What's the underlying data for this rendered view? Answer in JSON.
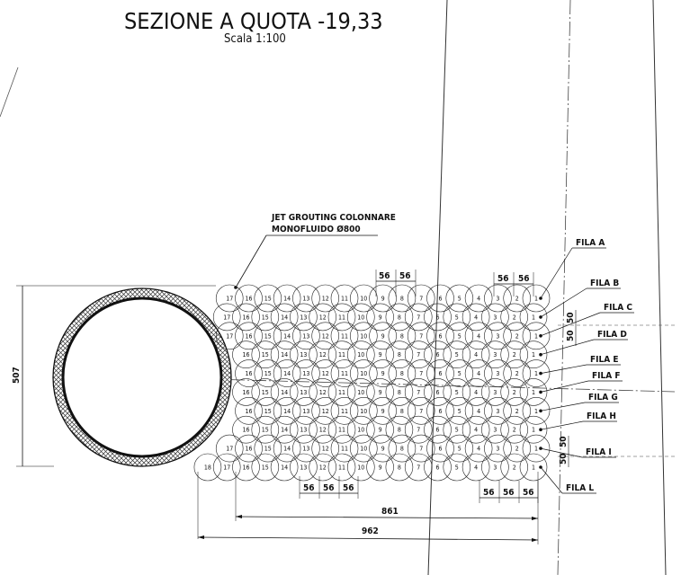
{
  "title": "SEZIONE A QUOTA -19,33",
  "scale": "Scala 1:100",
  "annotation": {
    "line1": "JET GROUTING COLONNARE",
    "line2": "MONOFLUIDO Ø800"
  },
  "rows": [
    {
      "label": "FILA A",
      "max": 17
    },
    {
      "label": "FILA B",
      "max": 17
    },
    {
      "label": "FILA C",
      "max": 17
    },
    {
      "label": "FILA D",
      "max": 16
    },
    {
      "label": "FILA E",
      "max": 16
    },
    {
      "label": "FILA F",
      "max": 16
    },
    {
      "label": "FILA G",
      "max": 16
    },
    {
      "label": "FILA H",
      "max": 16
    },
    {
      "label": "FILA I",
      "max": 17
    },
    {
      "label": "FILA L",
      "max": 18
    }
  ],
  "dimensions": {
    "spacing": "56",
    "row_spacing": "50",
    "height": "507",
    "inner_length": "861",
    "total_length": "962"
  }
}
